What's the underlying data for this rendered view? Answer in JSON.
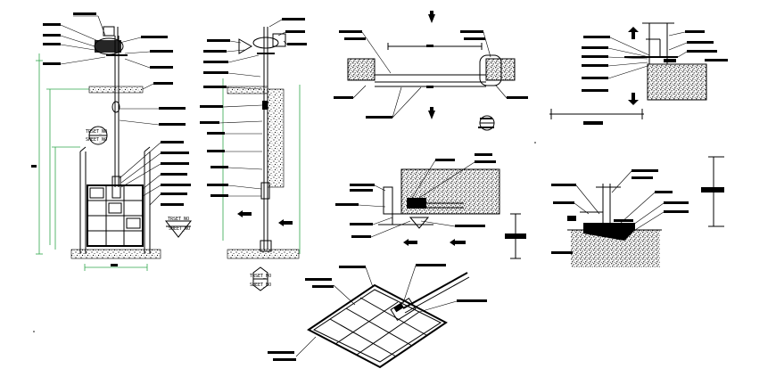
{
  "sheet_tags": [
    {
      "line1": "TRSET_NO",
      "line2": "SHEET_NO"
    },
    {
      "line1": "TRSET_NO",
      "line2": "SHEET_NO"
    },
    {
      "line1": "TRSET_NO",
      "line2": "SHEET_NO"
    }
  ],
  "colors": {
    "line": "#000000",
    "dimension": "#2fa64b",
    "background": "#ffffff"
  }
}
